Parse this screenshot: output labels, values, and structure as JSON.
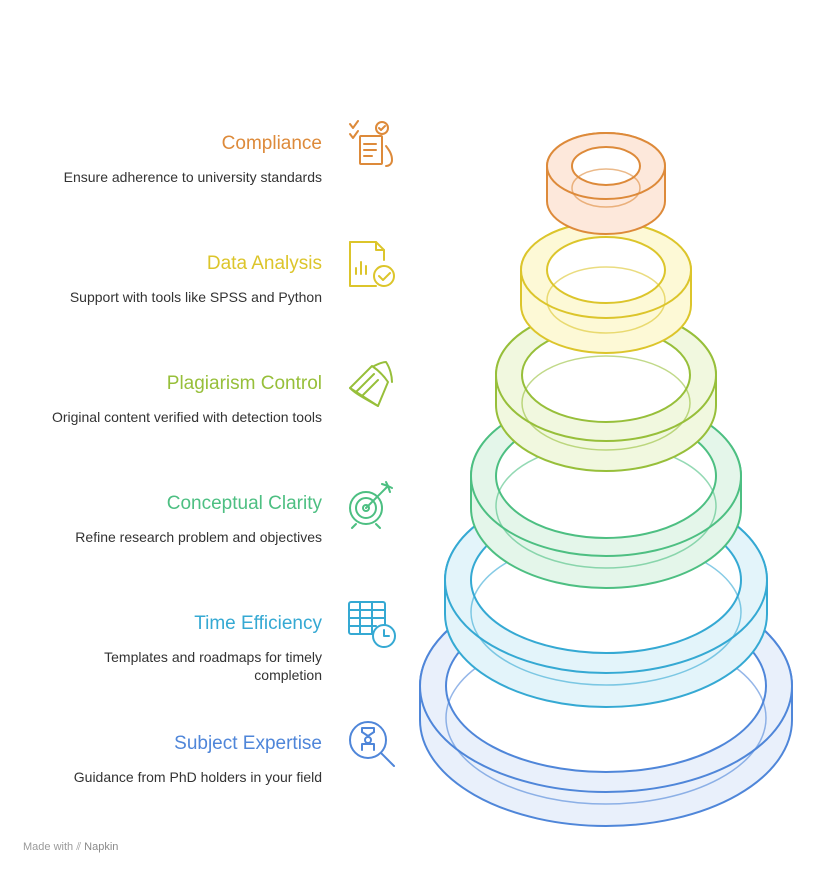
{
  "items": [
    {
      "title": "Compliance",
      "desc": "Ensure adherence to university standards",
      "color": "#dd8a3a",
      "icon": "checklist-icon"
    },
    {
      "title": "Data Analysis",
      "desc": "Support with tools like SPSS and Python",
      "color": "#dcc52b",
      "icon": "chart-document-icon"
    },
    {
      "title": "Plagiarism Control",
      "desc": "Original content verified with detection tools",
      "color": "#97bf3a",
      "icon": "papers-icon"
    },
    {
      "title": "Conceptual Clarity",
      "desc": "Refine research problem and objectives",
      "color": "#4dbf82",
      "icon": "target-icon"
    },
    {
      "title": "Time Efficiency",
      "desc": "Templates and roadmaps for timely completion",
      "color": "#35a9d3",
      "icon": "calendar-clock-icon"
    },
    {
      "title": "Subject Expertise",
      "desc": "Guidance from PhD holders in your field",
      "color": "#4f86d9",
      "icon": "magnifier-expert-icon"
    }
  ],
  "footer": {
    "made_with": "Made with",
    "brand": "Napkin"
  }
}
